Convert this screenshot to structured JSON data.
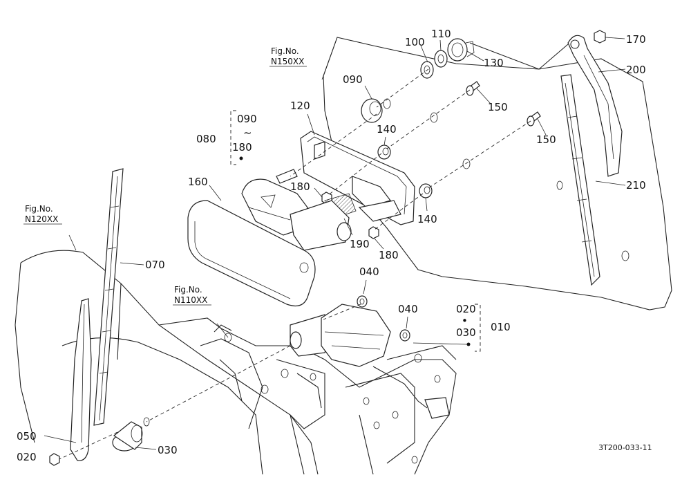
{
  "diagram": {
    "drawing_code": "3T200-033-11",
    "figure_refs": [
      {
        "id": "fig-n150",
        "line1": "Fig.No.",
        "line2": "N150XX"
      },
      {
        "id": "fig-n120",
        "line1": "Fig.No.",
        "line2": "N120XX"
      },
      {
        "id": "fig-n110",
        "line1": "Fig.No.",
        "line2": "N110XX"
      }
    ],
    "parts": {
      "p100": "100",
      "p110": "110",
      "p130": "130",
      "p170": "170",
      "p200": "200",
      "p090": "090",
      "p120": "120",
      "p150a": "150",
      "p150b": "150",
      "p140a": "140",
      "p140b": "140",
      "p180a": "180",
      "p180b": "180",
      "p190": "190",
      "p210": "210",
      "p160": "160",
      "p080": "080",
      "p070": "070",
      "p040a": "040",
      "p040b": "040",
      "p010": "010",
      "p050": "050",
      "p020": "020",
      "p030": "030"
    },
    "groups": {
      "g080": {
        "from": "090",
        "tilde": "~",
        "to": "180"
      },
      "g010": {
        "from": "020",
        "dot": "•",
        "to": "030"
      }
    }
  }
}
